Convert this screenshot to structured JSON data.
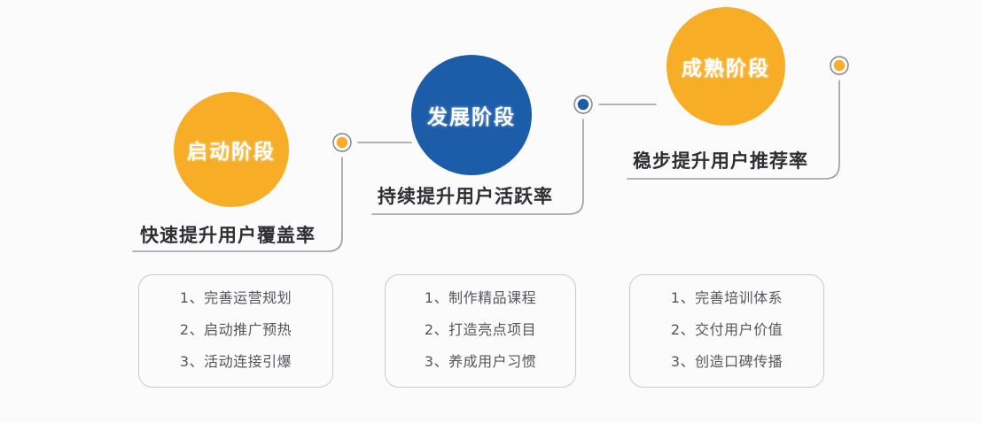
{
  "diagram": {
    "title_hidden": "",
    "background_color": "#fbfbfc",
    "colors": {
      "orange": "#f7ae26",
      "blue": "#1c5daa",
      "line": "#9a9aa2",
      "box_border": "#c9c9ce",
      "caption_text": "#2e2e33",
      "item_text": "#56565c"
    },
    "stages": [
      {
        "id": "launch",
        "circle_label": "启动阶段",
        "circle_color": "#f7ae26",
        "caption": "快速提升用户覆盖率",
        "node_color": "#f7ae26",
        "items": [
          "1、完善运营规划",
          "2、启动推广预热",
          "3、活动连接引爆"
        ]
      },
      {
        "id": "growth",
        "circle_label": "发展阶段",
        "circle_color": "#1c5daa",
        "caption": "持续提升用户活跃率",
        "node_color": "#1c5daa",
        "items": [
          "1、制作精品课程",
          "2、打造亮点项目",
          "3、养成用户习惯"
        ]
      },
      {
        "id": "mature",
        "circle_label": "成熟阶段",
        "circle_color": "#f7ae26",
        "caption": "稳步提升用户推荐率",
        "node_color": "#f7ae26",
        "items": [
          "1、完善培训体系",
          "2、交付用户价值",
          "3、创造口碑传播"
        ]
      }
    ]
  }
}
